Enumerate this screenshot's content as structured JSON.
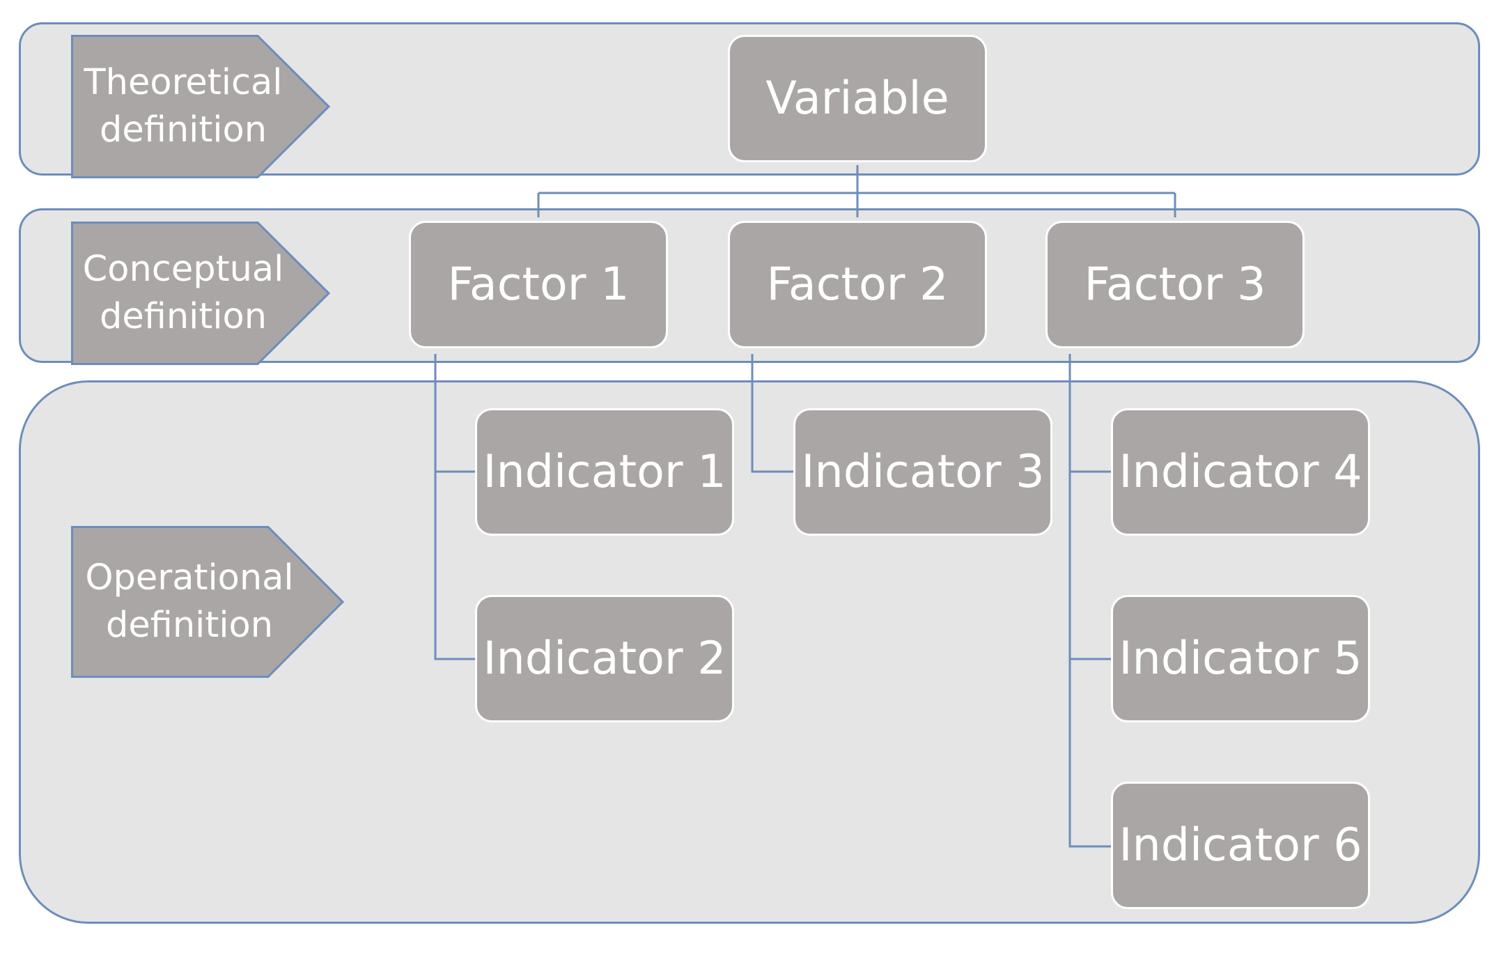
{
  "colors": {
    "band_fill": "#e5e5e5",
    "band_border": "#6c8dbb",
    "node_fill": "#aaa6a5",
    "node_text": "#ffffff",
    "connector": "#6c8dbb"
  },
  "levels": [
    {
      "line1": "Theoretical",
      "line2": "definition"
    },
    {
      "line1": "Conceptual",
      "line2": "definition"
    },
    {
      "line1": "Operational",
      "line2": "definition"
    }
  ],
  "variable": {
    "label": "Variable"
  },
  "factors": [
    {
      "label": "Factor 1"
    },
    {
      "label": "Factor 2"
    },
    {
      "label": "Factor 3"
    }
  ],
  "indicators": [
    {
      "label": "Indicator 1"
    },
    {
      "label": "Indicator 2"
    },
    {
      "label": "Indicator 3"
    },
    {
      "label": "Indicator 4"
    },
    {
      "label": "Indicator 5"
    },
    {
      "label": "Indicator 6"
    }
  ]
}
